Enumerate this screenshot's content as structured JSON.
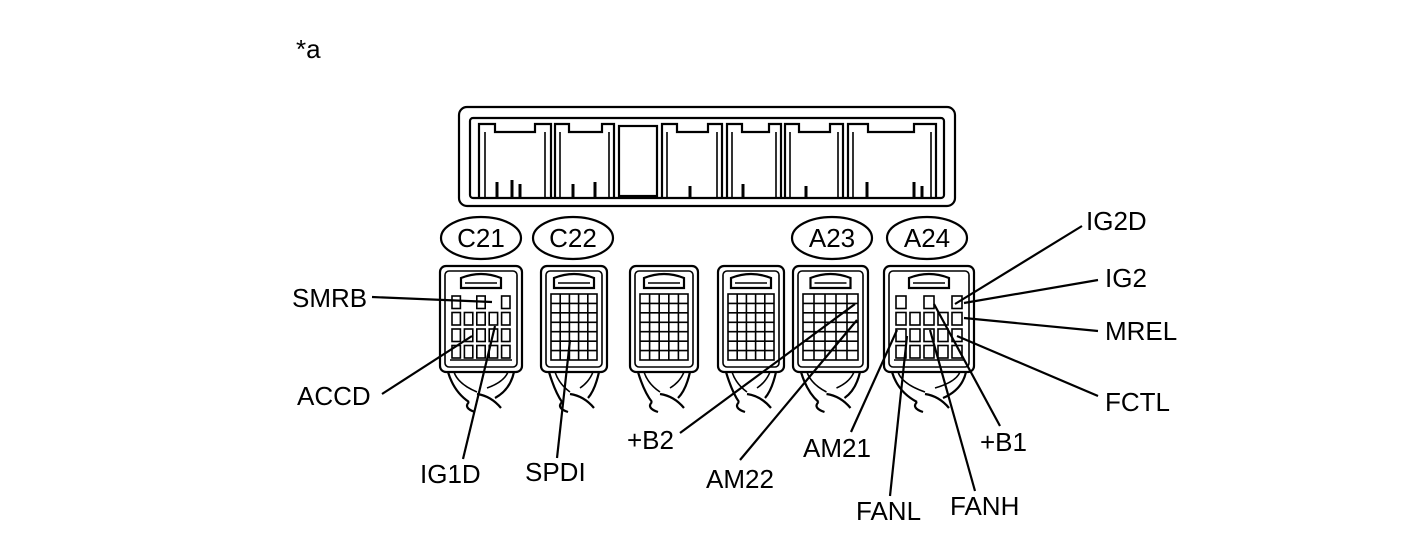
{
  "figure_label": "*a",
  "connector_tags": [
    "C21",
    "C22",
    "A23",
    "A24"
  ],
  "pins": {
    "smrb": "SMRB",
    "accd": "ACCD",
    "ig1d": "IG1D",
    "spdi": "SPDI",
    "b2": "+B2",
    "am22": "AM22",
    "am21": "AM21",
    "fanl": "FANL",
    "fanh": "FANH",
    "b1": "+B1",
    "fctl": "FCTL",
    "mrel": "MREL",
    "ig2": "IG2",
    "ig2d": "IG2D"
  }
}
